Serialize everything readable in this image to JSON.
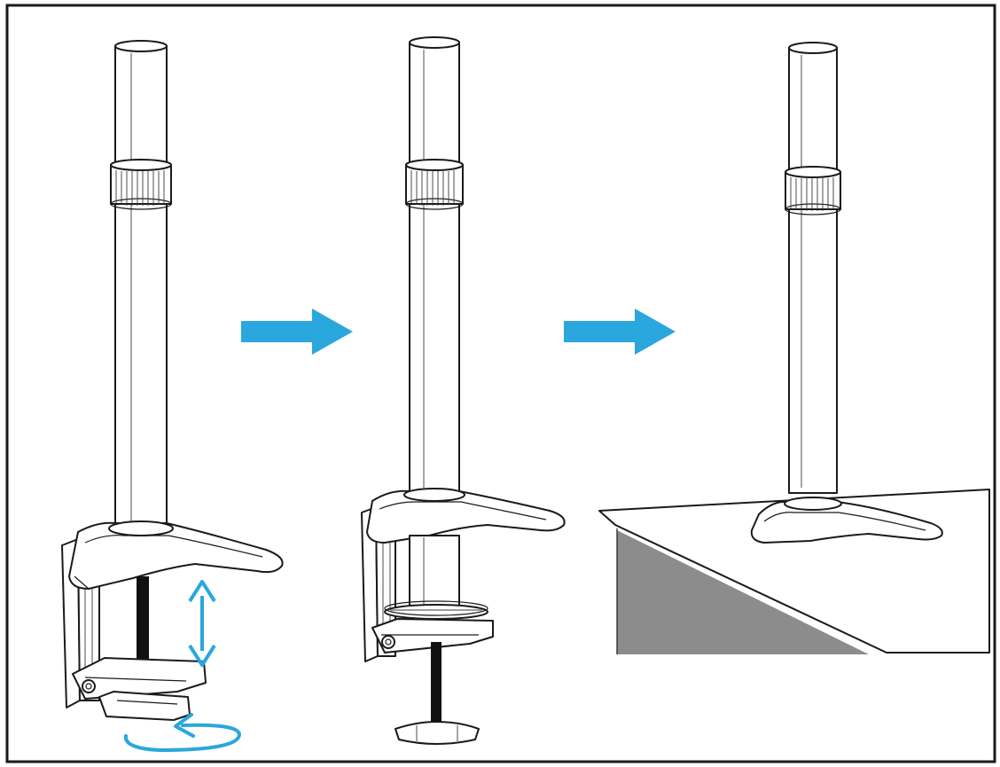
{
  "diagram": {
    "steps": [
      {
        "id": "step-1",
        "state": "clamp-open"
      },
      {
        "id": "step-2",
        "state": "clamp-tightened"
      },
      {
        "id": "step-3",
        "state": "mounted-on-desk"
      }
    ],
    "colors": {
      "frame": "#1a1a1a",
      "line_art": "#1a1a1a",
      "accent_arrow": "#2aa7dc",
      "desk_shadow": "#8c8c8c",
      "background": "#ffffff"
    },
    "icons": [
      "right-arrow-icon",
      "right-arrow-icon",
      "up-down-arrow-icon",
      "rotate-arrow-icon"
    ]
  }
}
